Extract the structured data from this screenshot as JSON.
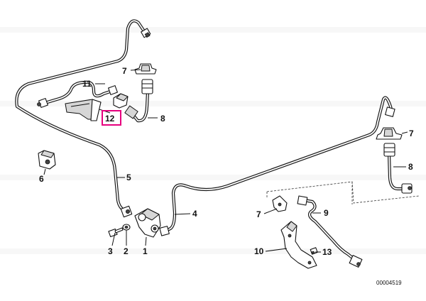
{
  "callouts": [
    {
      "id": "c1",
      "label": "1"
    },
    {
      "id": "c2",
      "label": "2"
    },
    {
      "id": "c3",
      "label": "3"
    },
    {
      "id": "c4",
      "label": "4"
    },
    {
      "id": "c5",
      "label": "5"
    },
    {
      "id": "c6",
      "label": "6"
    },
    {
      "id": "c7a",
      "label": "7"
    },
    {
      "id": "c7b",
      "label": "7"
    },
    {
      "id": "c7c",
      "label": "7"
    },
    {
      "id": "c8a",
      "label": "8"
    },
    {
      "id": "c8b",
      "label": "8"
    },
    {
      "id": "c9",
      "label": "9"
    },
    {
      "id": "c10",
      "label": "10"
    },
    {
      "id": "c11",
      "label": "11"
    },
    {
      "id": "c12",
      "label": "12"
    },
    {
      "id": "c13",
      "label": "13"
    }
  ],
  "highlight": {
    "label": "12",
    "color": "#e6007e"
  },
  "diagram_ref": "00004519",
  "colors": {
    "line": "#1a1a1a",
    "shade": "#d6d6d6",
    "highlight": "#e6007e"
  }
}
